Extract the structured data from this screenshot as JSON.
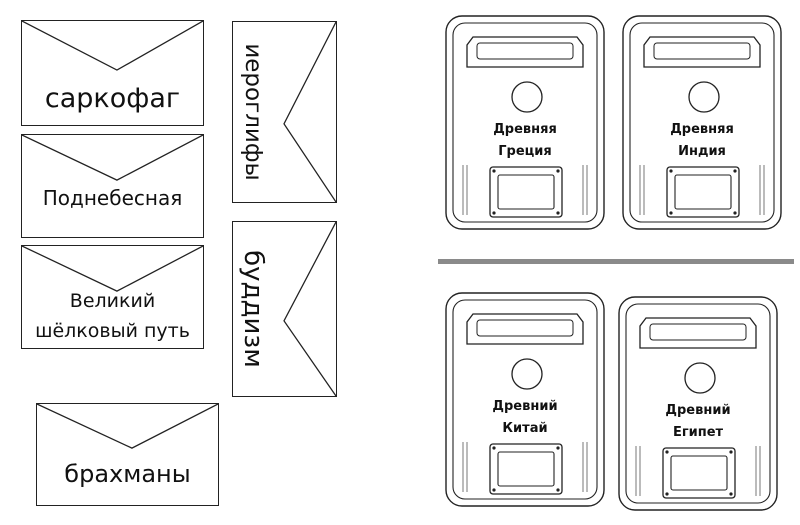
{
  "envelopes": [
    {
      "label": "саркофаг"
    },
    {
      "label": "Поднебесная"
    },
    {
      "label_line1": "Великий",
      "label_line2": "шёлковый путь"
    },
    {
      "label": "брахманы"
    },
    {
      "label": "иероглифы"
    },
    {
      "label": "буддизм"
    }
  ],
  "mailboxes": [
    {
      "line1": "Древняя",
      "line2": "Греция"
    },
    {
      "line1": "Древняя",
      "line2": "Индия"
    },
    {
      "line1": "Древний",
      "line2": "Китай"
    },
    {
      "line1": "Древний",
      "line2": "Египет"
    }
  ]
}
